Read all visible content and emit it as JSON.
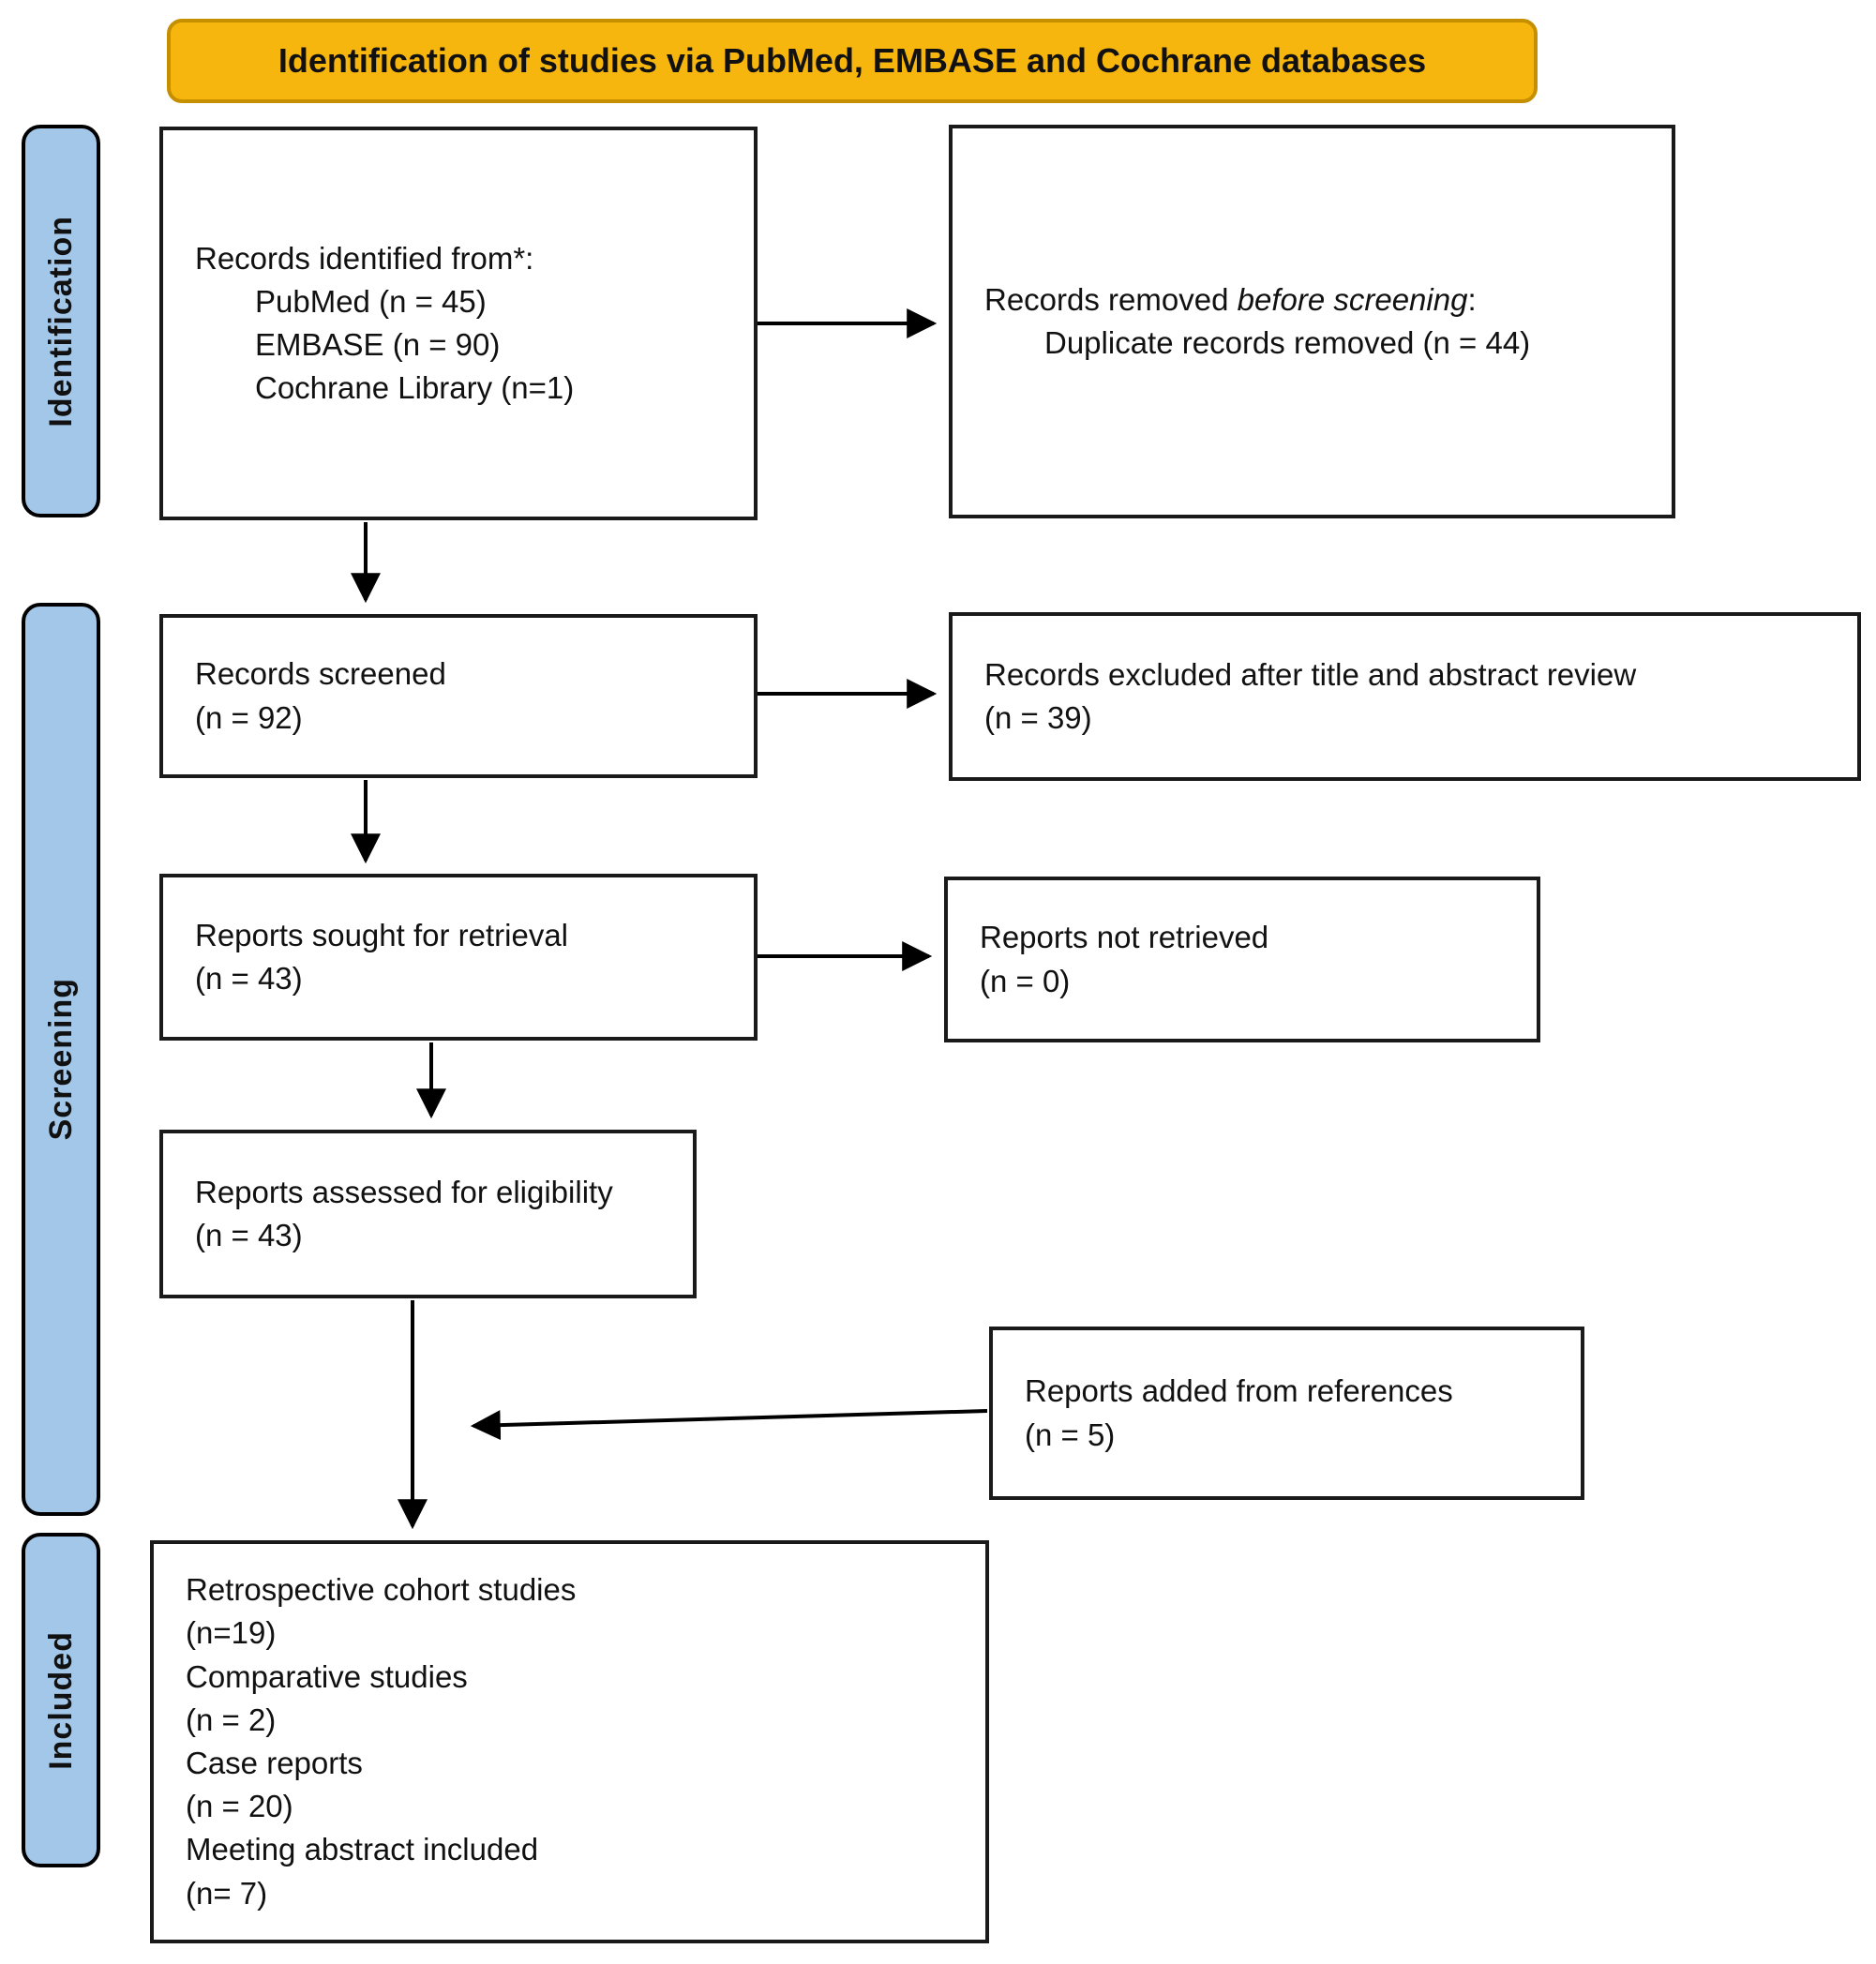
{
  "header": {
    "title": "Identification of studies via PubMed, EMBASE and Cochrane databases"
  },
  "colors": {
    "header_fill": "#F7B60D",
    "header_border": "#C68F00",
    "stage_fill": "#A3C7E9",
    "box_border": "#1a1a1a"
  },
  "stages": [
    {
      "label": "Identification"
    },
    {
      "label": "Screening"
    },
    {
      "label": "Included"
    }
  ],
  "boxes": {
    "identified": {
      "title": "Records identified from*:",
      "items": [
        "PubMed (n = 45)",
        "EMBASE (n = 90)",
        "Cochrane Library (n=1)"
      ]
    },
    "removed": {
      "prefix": "Records removed ",
      "italic": "before screening",
      "suffix": ":",
      "line2": "Duplicate records removed (n = 44)"
    },
    "screened": {
      "line1": "Records screened",
      "line2": "(n = 92)"
    },
    "excluded": {
      "line1": "Records excluded after title and abstract review",
      "line2": "(n = 39)"
    },
    "sought": {
      "line1": "Reports sought for retrieval",
      "line2": "(n = 43)"
    },
    "not_retrieved": {
      "line1": "Reports not retrieved",
      "line2": "(n = 0)"
    },
    "assessed": {
      "line1": "Reports assessed for eligibility",
      "line2": "(n = 43)"
    },
    "references": {
      "line1": "Reports added from references",
      "line2": "(n = 5)"
    },
    "included": {
      "lines": [
        "Retrospective cohort studies",
        "(n=19)",
        "Comparative studies",
        "(n = 2)",
        "Case reports",
        "(n = 20)",
        "Meeting abstract included",
        "(n= 7)"
      ]
    }
  }
}
